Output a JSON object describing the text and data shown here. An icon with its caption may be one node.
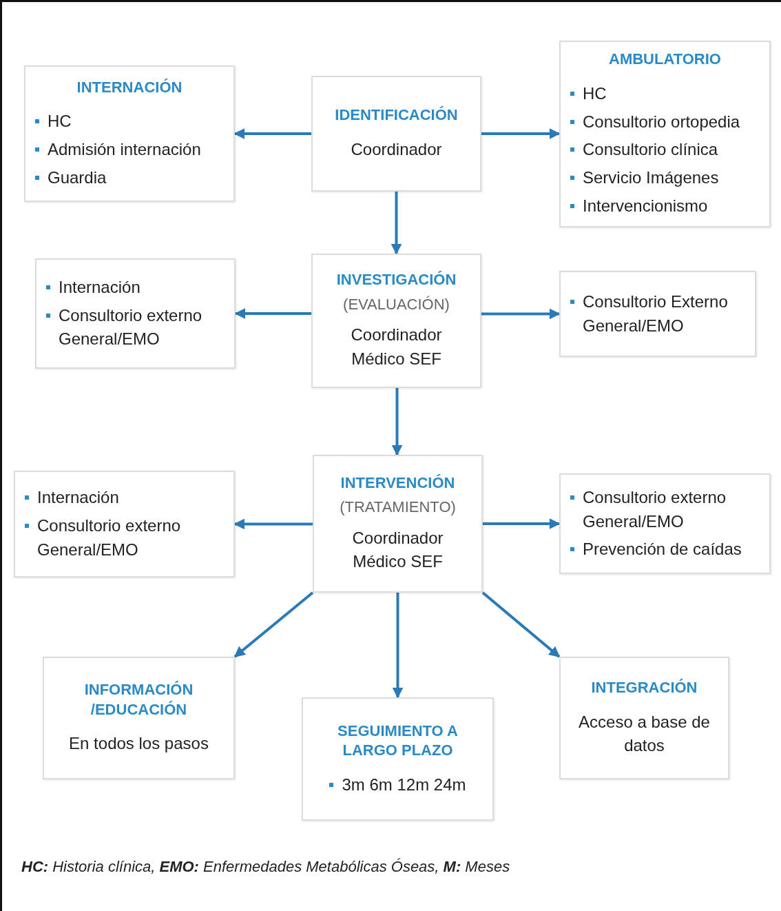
{
  "diagram": {
    "caption": "**HC:** Historia clínica, **EMO:** Enfermedades Metabólicas Óseas, **M:** Meses",
    "nodes": [
      {
        "text": [
          "INTERNACIÓN",
          "HC",
          "Admisión internación",
          "Guardia"
        ]
      },
      {
        "text": [
          "IDENTIFICACIÓN",
          "Coordinador"
        ]
      },
      {
        "text": [
          "AMBULATORIO",
          "HC",
          "Consultorio ortopedia",
          "Consultorio clínica",
          "Servicio Imágenes",
          "Intervencionismo"
        ]
      },
      {
        "text": [
          "Internación",
          "Consultorio externo General/EMO"
        ]
      },
      {
        "text": [
          "INVESTIGACIÓN",
          "(EVALUACIÓN)",
          "Coordinador Médico SEF"
        ]
      },
      {
        "text": [
          "Consultorio Externo General/EMO"
        ]
      },
      {
        "text": [
          "Internación",
          "Consultorio externo General/EMO"
        ]
      },
      {
        "text": [
          "INTERVENCIÓN",
          "(TRATAMIENTO)",
          "Coordinador Médico SEF"
        ]
      },
      {
        "text": [
          "Consultorio externo General/EMO",
          "Prevención de caídas"
        ]
      },
      {
        "text": [
          "INFORMACIÓN /EDUCACIÓN",
          "En todos los pasos"
        ]
      },
      {
        "text": [
          "SEGUIMIENTO A LARGO PLAZO",
          "3m 6m 12m 24m"
        ]
      },
      {
        "text": [
          "INTEGRACIÓN",
          "Acceso a base de datos"
        ]
      }
    ],
    "edges": [
      {
        "from": 1,
        "to": 0,
        "arrow": "to"
      },
      {
        "from": 1,
        "to": 2,
        "arrow": "to"
      },
      {
        "from": 1,
        "to": 4,
        "arrow": "to"
      },
      {
        "from": 4,
        "to": 3,
        "arrow": "to"
      },
      {
        "from": 4,
        "to": 5,
        "arrow": "to"
      },
      {
        "from": 4,
        "to": 7,
        "arrow": "to"
      },
      {
        "from": 7,
        "to": 6,
        "arrow": "to"
      },
      {
        "from": 7,
        "to": 8,
        "arrow": "to"
      },
      {
        "from": 7,
        "to": 9,
        "arrow": "to"
      },
      {
        "from": 7,
        "to": 10,
        "arrow": "to"
      },
      {
        "from": 7,
        "to": 11,
        "arrow": "to"
      }
    ]
  }
}
